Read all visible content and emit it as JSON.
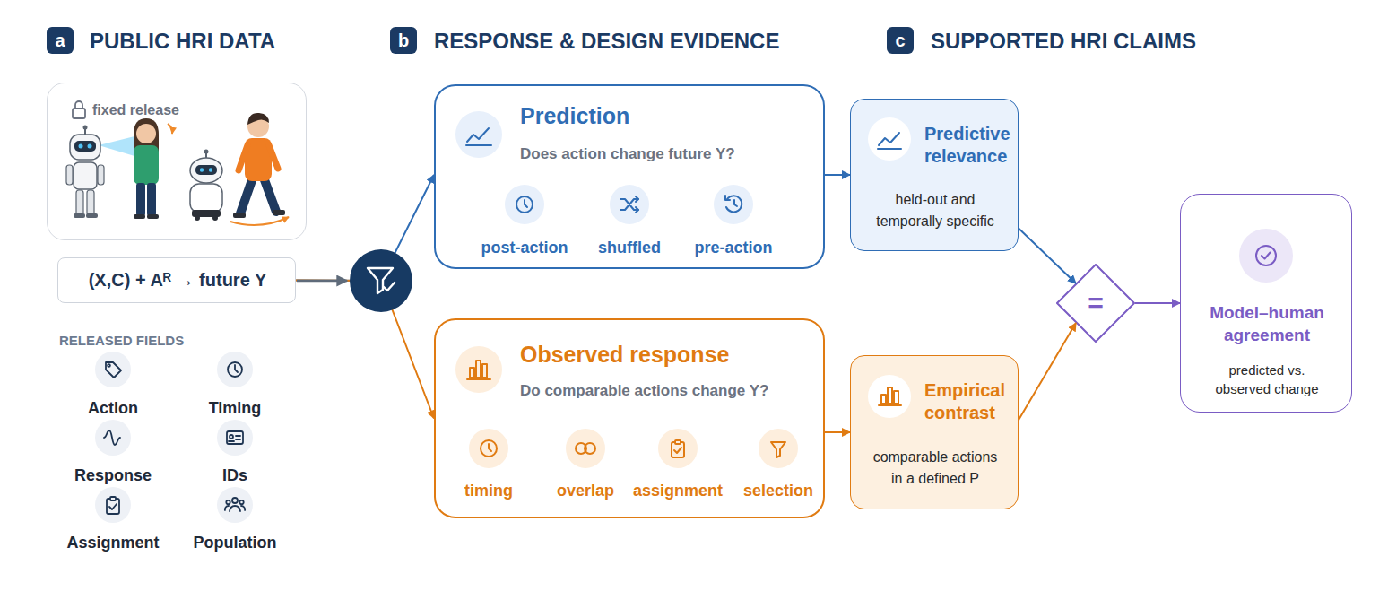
{
  "diagram": {
    "nodes": [
      {
        "text": [
          "fixed release"
        ]
      },
      {
        "text": [
          "(X,C) + Aᴿ → future Y"
        ]
      },
      {
        "text": [
          "Prediction",
          "Does action change future Y?"
        ]
      },
      {
        "text": [
          "Observed response",
          "Do comparable actions change Y?"
        ]
      },
      {
        "text": [
          "Predictive relevance",
          "held-out and temporally specific"
        ]
      },
      {
        "text": [
          "Empirical contrast",
          "comparable actions in a defined P"
        ]
      },
      {
        "text": [
          "="
        ]
      },
      {
        "text": [
          "Model–human agreement",
          "predicted vs. observed change"
        ]
      }
    ],
    "edges": [
      {
        "from": 1,
        "to": 2,
        "arrow": "to"
      },
      {
        "from": 1,
        "to": 3,
        "arrow": "to"
      },
      {
        "from": 2,
        "to": 4,
        "arrow": "to"
      },
      {
        "from": 3,
        "to": 5,
        "arrow": "to"
      },
      {
        "from": 4,
        "to": 6,
        "arrow": "to"
      },
      {
        "from": 5,
        "to": 6,
        "arrow": "to"
      },
      {
        "from": 6,
        "to": 7,
        "arrow": "to"
      }
    ],
    "labels": [
      "a",
      "PUBLIC HRI DATA",
      "b",
      "RESPONSE & DESIGN EVIDENCE",
      "c",
      "SUPPORTED HRI CLAIMS",
      "RELEASED FIELDS",
      "Action",
      "Timing",
      "Response",
      "IDs",
      "Assignment",
      "Population",
      "post-action",
      "shuffled",
      "pre-action",
      "timing",
      "overlap",
      "assignment",
      "selection"
    ]
  }
}
